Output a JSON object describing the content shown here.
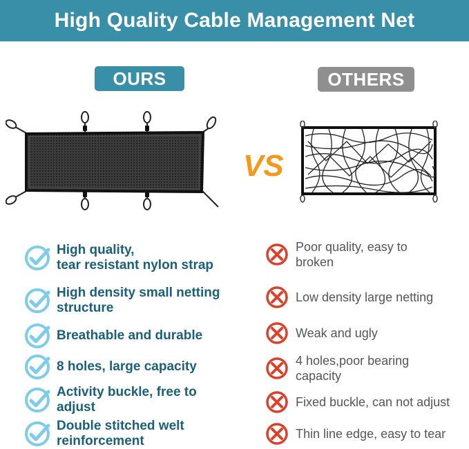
{
  "header": {
    "title": "High Quality Cable Management Net"
  },
  "badges": {
    "ours": "OURS",
    "others": "OTHERS"
  },
  "vs_text": "VS",
  "colors": {
    "brand": "#3a8fa8",
    "ours_text": "#1b5f7b",
    "others_badge": "#8f8f8f",
    "check_icon": "#7ecbea",
    "cross_icon": "#d9412b",
    "vs_orange": "#f39a1e"
  },
  "ours_features": [
    {
      "line1": "High quality,",
      "line2": "tear resistant nylon strap"
    },
    {
      "line1": "High density small netting",
      "line2": "structure"
    },
    {
      "line1": "Breathable and durable",
      "line2": ""
    },
    {
      "line1": "8 holes, large capacity",
      "line2": ""
    },
    {
      "line1": "Activity  buckle, free to adjust",
      "line2": ""
    },
    {
      "line1": "Double stitched welt",
      "line2": "reinforcement"
    }
  ],
  "others_features": [
    {
      "line1": "Poor quality, easy to",
      "line2": "broken"
    },
    {
      "line1": "Low density large netting",
      "line2": ""
    },
    {
      "line1": "Weak and ugly",
      "line2": ""
    },
    {
      "line1": "4 holes,poor bearing",
      "line2": "capacity"
    },
    {
      "line1": "Fixed buckle, can not adjust",
      "line2": ""
    },
    {
      "line1": "Thin line edge, easy to tear",
      "line2": ""
    }
  ],
  "icons": {
    "ours": "check-circle-icon",
    "others": "cross-circle-icon"
  }
}
